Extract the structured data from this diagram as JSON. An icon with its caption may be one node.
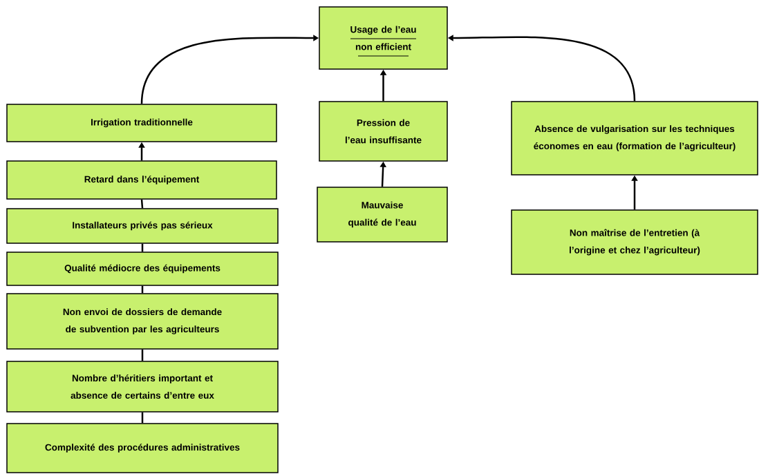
{
  "diagram": {
    "nodes": [
      {
        "text": [
          "Usage de l’eau non efficient"
        ]
      },
      {
        "text": [
          "Irrigation traditionnelle"
        ]
      },
      {
        "text": [
          "Retard dans l’équipement"
        ]
      },
      {
        "text": [
          "Installateurs privés pas sérieux"
        ]
      },
      {
        "text": [
          "Qualité médiocre des équipements"
        ]
      },
      {
        "text": [
          "Non envoi de dossiers de demande de subvention par les agriculteurs"
        ]
      },
      {
        "text": [
          "Nombre d’héritiers important et absence de certains d’entre eux"
        ]
      },
      {
        "text": [
          "Complexité des procédures administratives"
        ]
      },
      {
        "text": [
          "Pression de l’eau insuffisante"
        ]
      },
      {
        "text": [
          "Mauvaise qualité de l’eau"
        ]
      },
      {
        "text": [
          "Absence de vulgarisation sur les techniques économes en eau (formation de l’agriculteur)"
        ]
      },
      {
        "text": [
          "Non maîtrise de l’entretien (à l’origine et chez l’agriculteur)"
        ]
      }
    ],
    "edges": [
      {
        "from": 1,
        "to": 0,
        "arrow": "to"
      },
      {
        "from": 8,
        "to": 0,
        "arrow": "to"
      },
      {
        "from": 10,
        "to": 0,
        "arrow": "to"
      },
      {
        "from": 2,
        "to": 1,
        "arrow": "to"
      },
      {
        "from": 3,
        "to": 2,
        "arrow": "none"
      },
      {
        "from": 4,
        "to": 3,
        "arrow": "none"
      },
      {
        "from": 5,
        "to": 4,
        "arrow": "none"
      },
      {
        "from": 6,
        "to": 5,
        "arrow": "none"
      },
      {
        "from": 7,
        "to": 6,
        "arrow": "none"
      },
      {
        "from": 9,
        "to": 8,
        "arrow": "to"
      },
      {
        "from": 11,
        "to": 10,
        "arrow": "to"
      }
    ]
  }
}
